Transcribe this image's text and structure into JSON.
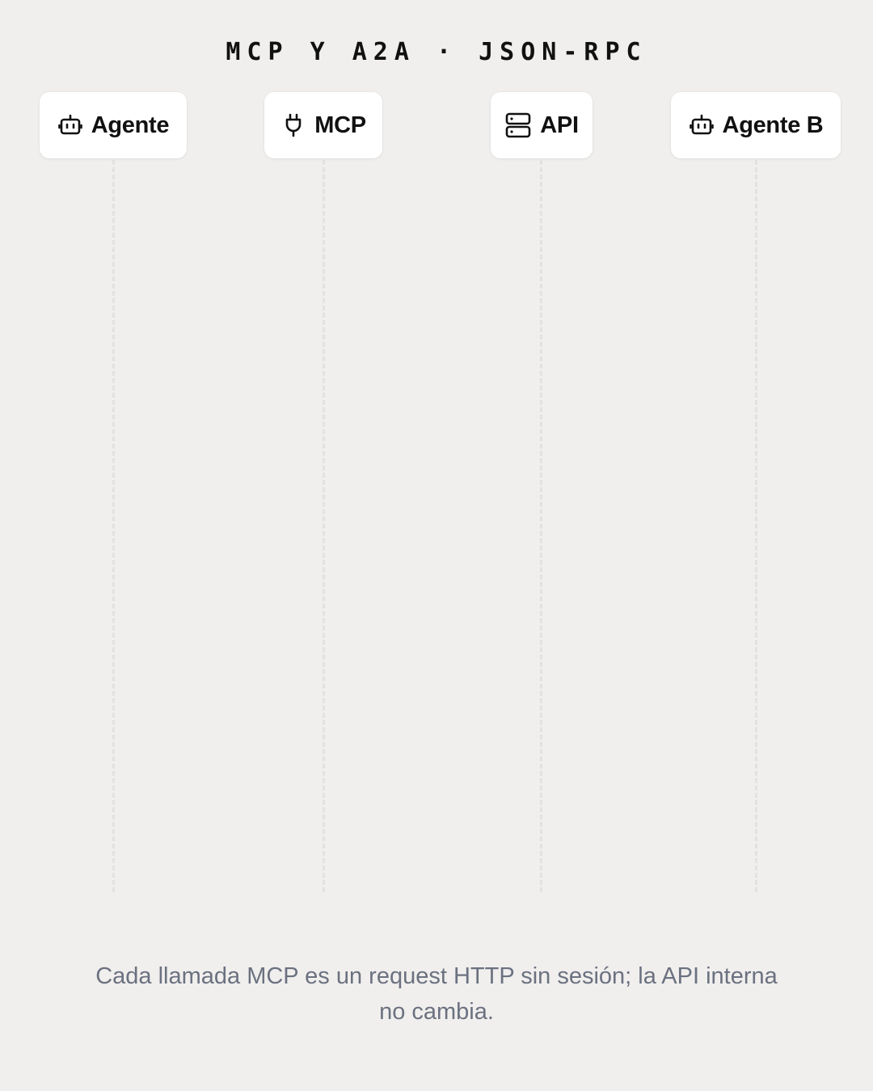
{
  "title": "MCP Y A2A · JSON-RPC",
  "actors": [
    {
      "label": "Agente",
      "icon": "bot-icon"
    },
    {
      "label": "MCP",
      "icon": "plug-icon"
    },
    {
      "label": "API",
      "icon": "server-icon"
    },
    {
      "label": "Agente B",
      "icon": "bot-icon"
    }
  ],
  "caption": "Cada llamada MCP es un request HTTP sin sesión; la API interna no cambia.",
  "colors": {
    "background": "#f0efed",
    "card": "#ffffff",
    "text": "#111111",
    "caption": "#6b7180",
    "lifeline": "#e4e2df"
  }
}
